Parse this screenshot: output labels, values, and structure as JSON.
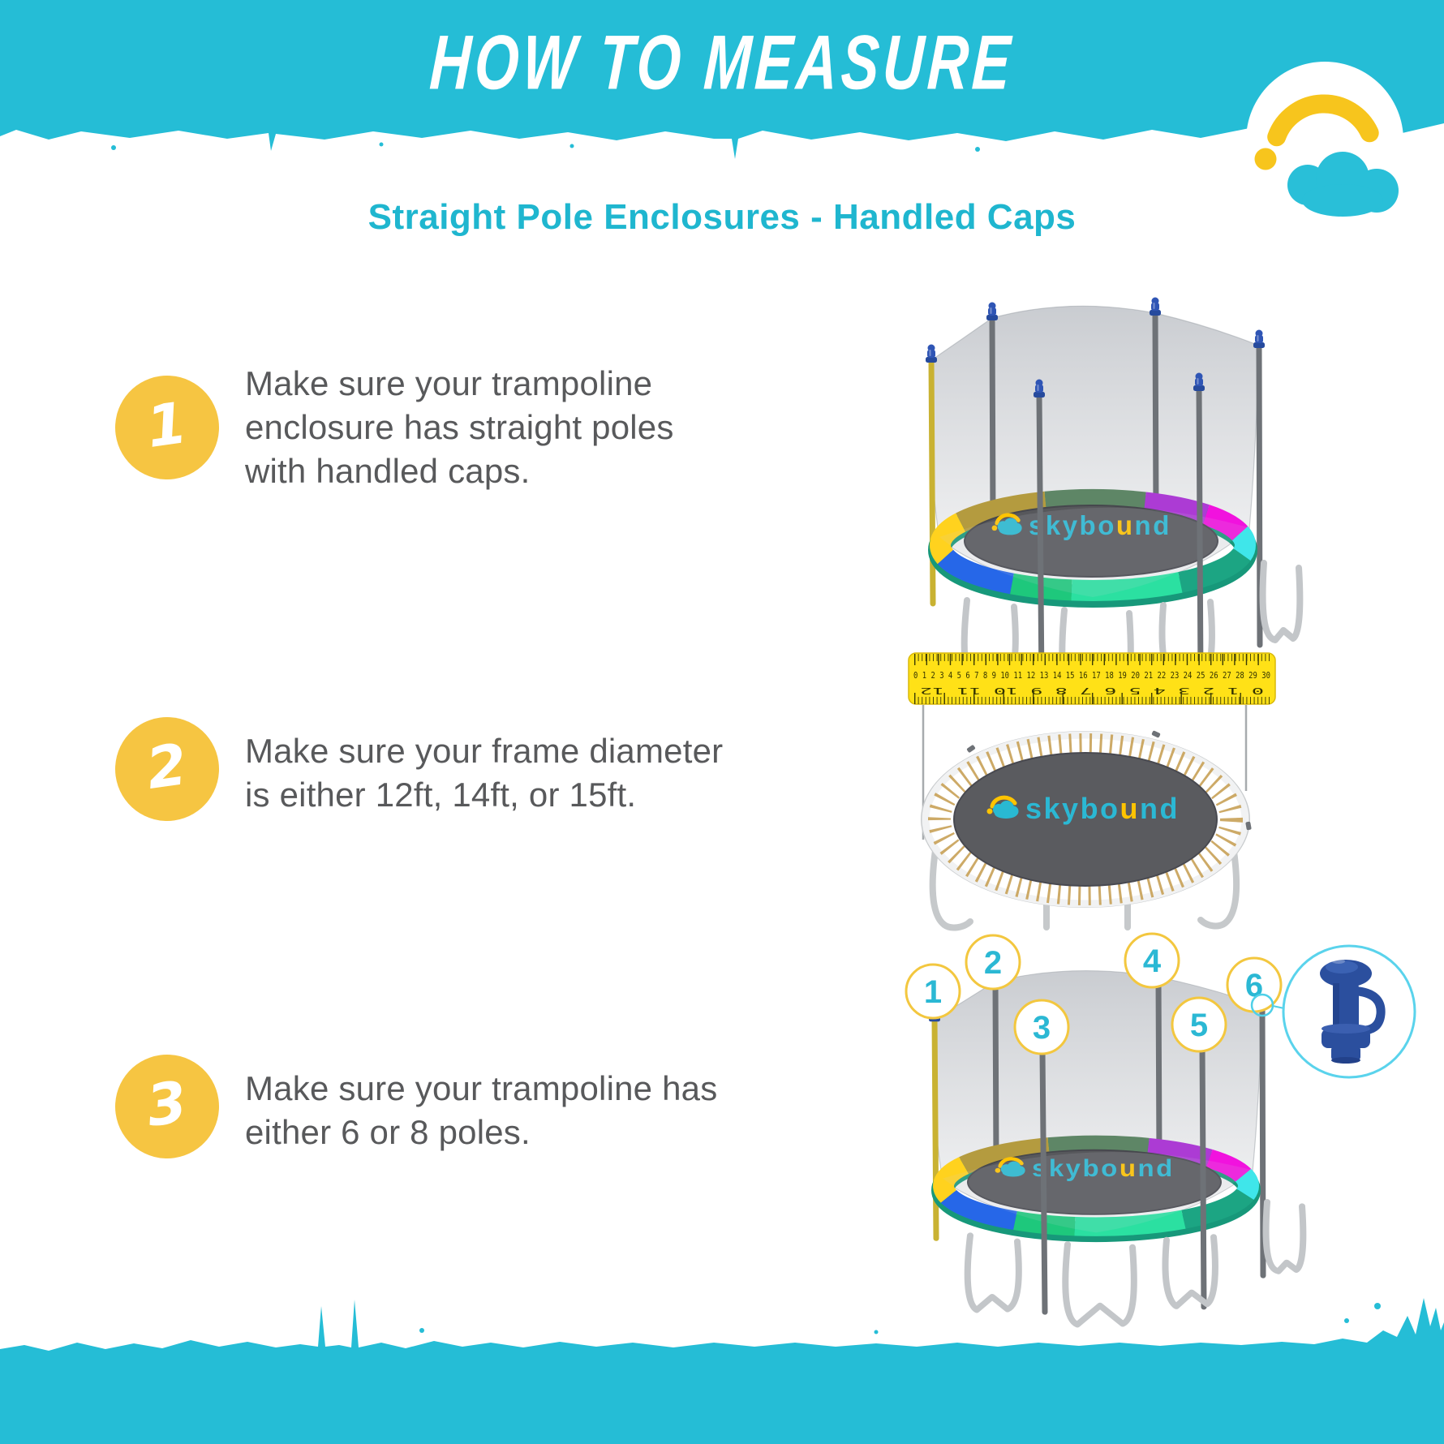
{
  "header": {
    "title": "HOW TO MEASURE",
    "band_color": "#25BDD6"
  },
  "subtitle": "Straight Pole Enclosures - Handled Caps",
  "steps": [
    {
      "number": "1",
      "lines": [
        "Make sure your trampoline",
        "enclosure has straight poles",
        "with handled caps."
      ]
    },
    {
      "number": "2",
      "lines": [
        "Make sure your frame diameter",
        "is either 12ft, 14ft, or 15ft."
      ]
    },
    {
      "number": "3",
      "lines": [
        "Make sure your trampoline has",
        "either 6 or 8 poles."
      ]
    }
  ],
  "brand": {
    "name_part1": "skybo",
    "name_part2": "u",
    "name_part3": "nd",
    "teal": "#2BB8D4",
    "yellow": "#FFC400"
  },
  "ruler": {
    "top_scale": "0 1 2 3 4 5 6 7 8 9 10 11 12 13 14 15 16 17 18 19 20 21 22 23 24 25 26 27 28 29 30",
    "bottom_scale": "0 1 2 3 4 5 6 7 8 9 10 11 12",
    "color": "#FFE117"
  },
  "pole_labels": [
    "1",
    "2",
    "3",
    "4",
    "5",
    "6"
  ],
  "colors": {
    "accent_teal": "#25BDD6",
    "badge_yellow": "#F6C542",
    "text_gray": "#58595B",
    "cap_navy": "#2B4F9E"
  }
}
